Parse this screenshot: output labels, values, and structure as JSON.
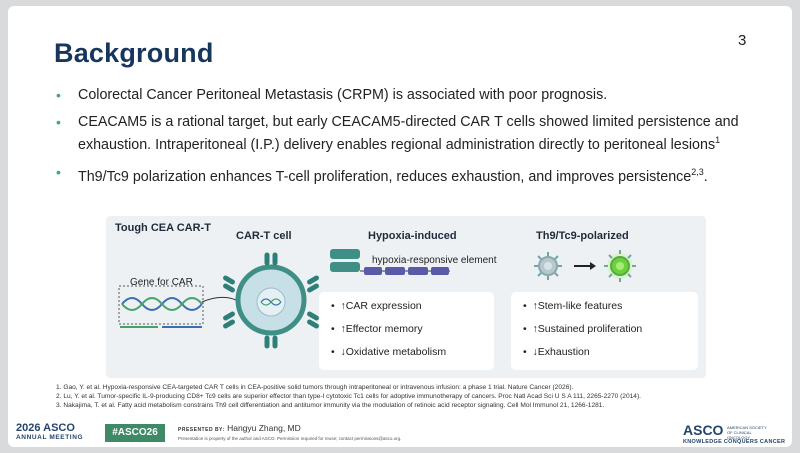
{
  "slide": {
    "title": "Background",
    "page_number": "3",
    "bullets": [
      {
        "text": "Colorectal Cancer Peritoneal Metastasis (CRPM) is associated with poor prognosis.",
        "sup": ""
      },
      {
        "text": "CEACAM5 is a rational target, but early CEACAM5-directed CAR T cells showed limited persistence and exhaustion. Intraperitoneal (I.P.) delivery enables regional administration directly to peritoneal lesions",
        "sup": "1"
      },
      {
        "text": "Th9/Tc9 polarization enhances T-cell proliferation, reduces exhaustion, and improves persistence",
        "sup": "2,3",
        "after": "."
      }
    ]
  },
  "figure": {
    "header": "Tough  CEA CAR-T",
    "car_t_label": "CAR-T cell",
    "gene_label": "Gene for CAR",
    "hypoxia_title": "Hypoxia-induced",
    "hre_label": "hypoxia-responsive element",
    "polarized_title": "Th9/Tc9-polarized",
    "hypoxia_effects": [
      "↑CAR expression",
      "↑Effector memory",
      "↓Oxidative metabolism"
    ],
    "polarized_effects": [
      "↑Stem-like features",
      "↑Sustained proliferation",
      "↓Exhaustion"
    ],
    "colors": {
      "membrane": "#3f8f86",
      "receptor": "#2e7f78",
      "cell": "#c7dfe6",
      "hre": "#5b5aa8",
      "green_glow": "#6cd23a"
    }
  },
  "references": [
    "1.   Gao, Y. et al. Hypoxia-responsive CEA-targeted CAR T cells in CEA-positive solid tumors through intraperitoneal or intravenous infusion: a phase 1 trial. Nature Cancer (2026).",
    "2.   Lu, Y. et al. Tumor-specific IL-9-producing CD8+ Tc9 cells are superior effector than type-I cytotoxic Tc1 cells for adoptive immunotherapy of cancers. Proc Natl Acad Sci U S A 111, 2265-2270 (2014).",
    "3.   Nakajima, T. et al. Fatty acid metabolism constrains Th9 cell differentiation and antitumor immunity via the modulation of retinoic acid receptor signaling. Cell Mol Immunol 21, 1266-1281."
  ],
  "footer": {
    "meeting_logo": "2026 ASCO",
    "meeting_sub": "ANNUAL MEETING",
    "hashtag": "#ASCO26",
    "presented_by_label": "PRESENTED BY:",
    "presenter": "Hangyu Zhang, MD",
    "notice": "Presentation is property of the author and ASCO. Permission required for reuse; contact permissions@asco.org.",
    "asco_logo": "ASCO",
    "asco_sub": "AMERICAN SOCIETY OF CLINICAL ONCOLOGY",
    "tagline": "KNOWLEDGE CONQUERS CANCER"
  }
}
